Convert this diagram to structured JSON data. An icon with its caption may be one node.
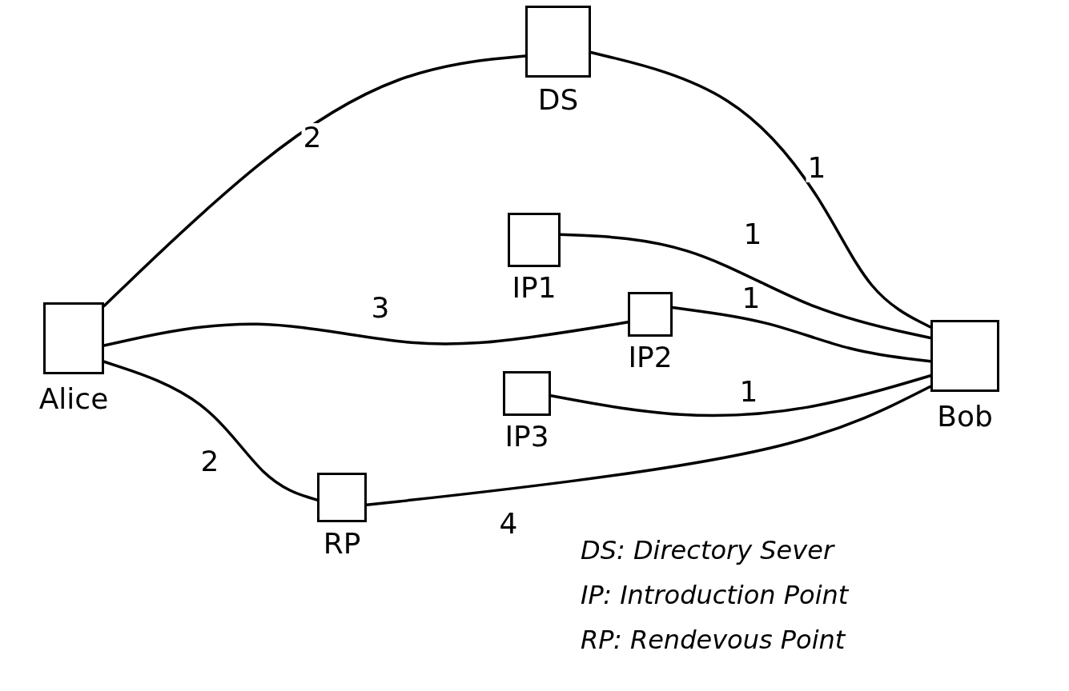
{
  "diagram": {
    "nodes": [
      {
        "text": [
          "DS"
        ]
      },
      {
        "text": [
          "IP1"
        ]
      },
      {
        "text": [
          "Alice"
        ]
      },
      {
        "text": [
          "IP2"
        ]
      },
      {
        "text": [
          "IP3"
        ]
      },
      {
        "text": [
          "Bob"
        ]
      },
      {
        "text": [
          "RP"
        ]
      }
    ],
    "edges": [
      {
        "from": 2,
        "to": 0,
        "arrow": "none",
        "label": "2"
      },
      {
        "from": 0,
        "to": 5,
        "arrow": "none",
        "label": "1"
      },
      {
        "from": 1,
        "to": 5,
        "arrow": "none",
        "label": "1"
      },
      {
        "from": 2,
        "to": 3,
        "arrow": "none",
        "label": "3"
      },
      {
        "from": 3,
        "to": 5,
        "arrow": "none",
        "label": "1"
      },
      {
        "from": 4,
        "to": 5,
        "arrow": "none",
        "label": "1"
      },
      {
        "from": 2,
        "to": 6,
        "arrow": "none",
        "label": "2"
      },
      {
        "from": 6,
        "to": 5,
        "arrow": "none",
        "label": "4"
      }
    ],
    "labels": [
      "DS: Directory Sever",
      "IP: Introduction Point",
      "RP: Rendevous Point"
    ]
  }
}
